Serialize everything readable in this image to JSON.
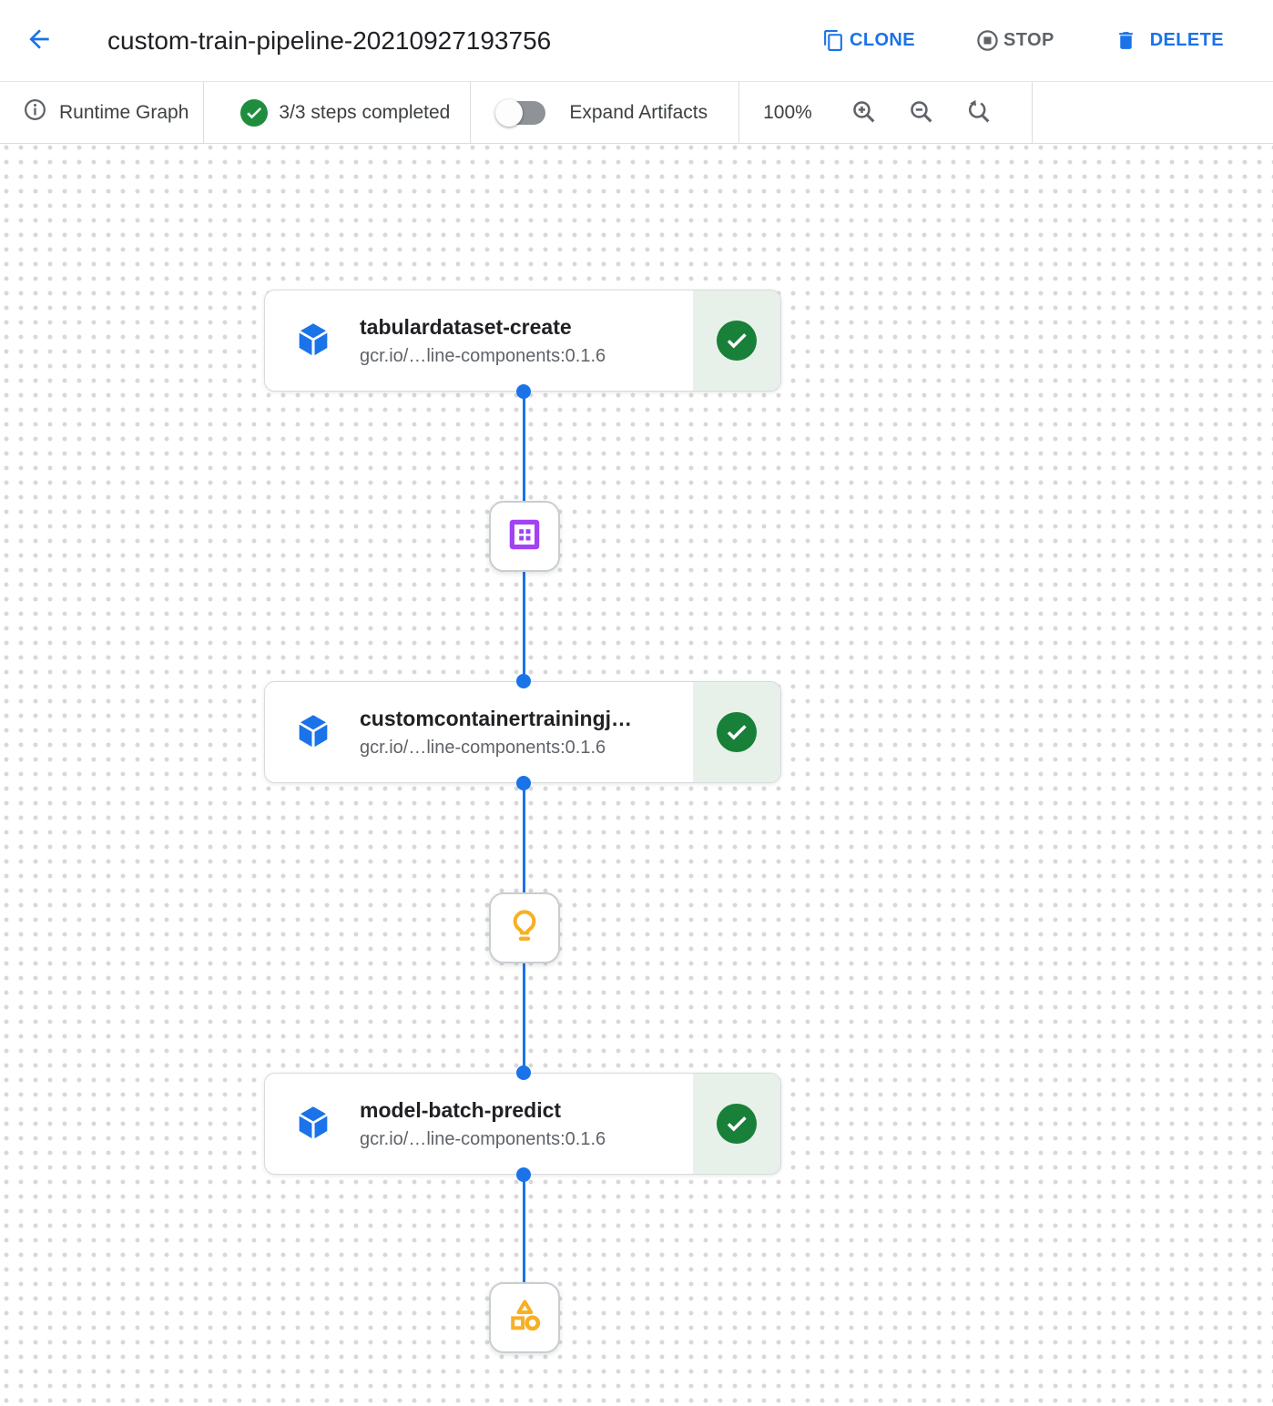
{
  "header": {
    "title": "custom-train-pipeline-20210927193756",
    "back_icon": "arrow-back-icon",
    "clone_label": "CLONE",
    "stop_label": "STOP",
    "delete_label": "DELETE"
  },
  "toolbar": {
    "runtime_graph_label": "Runtime Graph",
    "info_icon": "info-icon",
    "steps_completed": "3/3 steps completed",
    "expand_artifacts_label": "Expand Artifacts",
    "expand_artifacts_on": false,
    "zoom_level": "100%",
    "zoom_icons": [
      "zoom-in-icon",
      "zoom-out-icon",
      "zoom-reset-icon"
    ]
  },
  "pipeline": {
    "steps": [
      {
        "name": "tabulardataset-create",
        "image": "gcr.io/…line-components:0.1.6",
        "status": "succeeded",
        "icon": "component-box-icon"
      },
      {
        "name": "customcontainertrainingj…",
        "image": "gcr.io/…line-components:0.1.6",
        "status": "succeeded",
        "icon": "component-box-icon"
      },
      {
        "name": "model-batch-predict",
        "image": "gcr.io/…line-components:0.1.6",
        "status": "succeeded",
        "icon": "component-box-icon"
      }
    ],
    "artifacts": [
      {
        "type": "dataset",
        "icon": "dataset-icon",
        "color": "#a142f4"
      },
      {
        "type": "model",
        "icon": "model-icon",
        "color": "#f6b026"
      },
      {
        "type": "artifact",
        "icon": "artifact-icon",
        "color": "#f6b026"
      }
    ]
  },
  "colors": {
    "accent_blue": "#1a73e8",
    "success_green": "#188038",
    "status_bg_green": "#e7f1e9",
    "dataset_purple": "#a142f4",
    "artifact_yellow": "#f6b026",
    "gray_text": "#5f6368"
  }
}
